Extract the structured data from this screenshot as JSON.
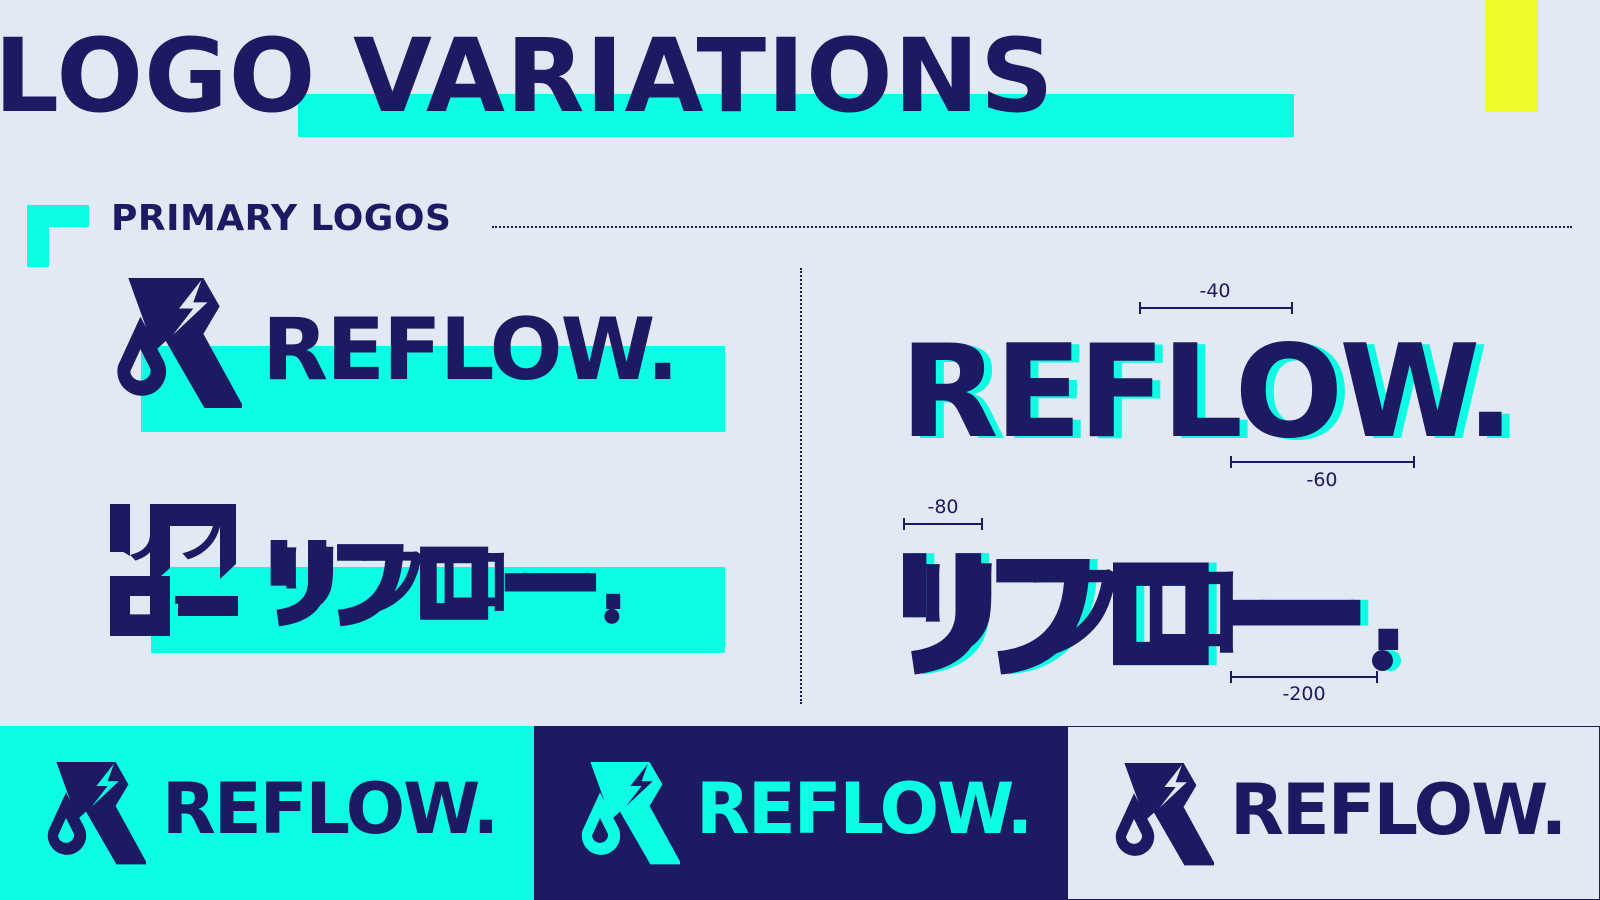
{
  "title": "LOGO VARIATIONS",
  "section": "PRIMARY LOGOS",
  "brand": {
    "wordmark": "REFLOW.",
    "katakana": "リフロー.",
    "icon_katakana": "リフロー"
  },
  "kerning": {
    "top": "-40",
    "right": "-60",
    "kana_left": "-80",
    "kana_right": "-200"
  },
  "colors": {
    "navy": "#1b1a63",
    "cyan": "#0cfde3",
    "background": "#e1e9f4",
    "accent_yellow": "#eefc2c"
  }
}
